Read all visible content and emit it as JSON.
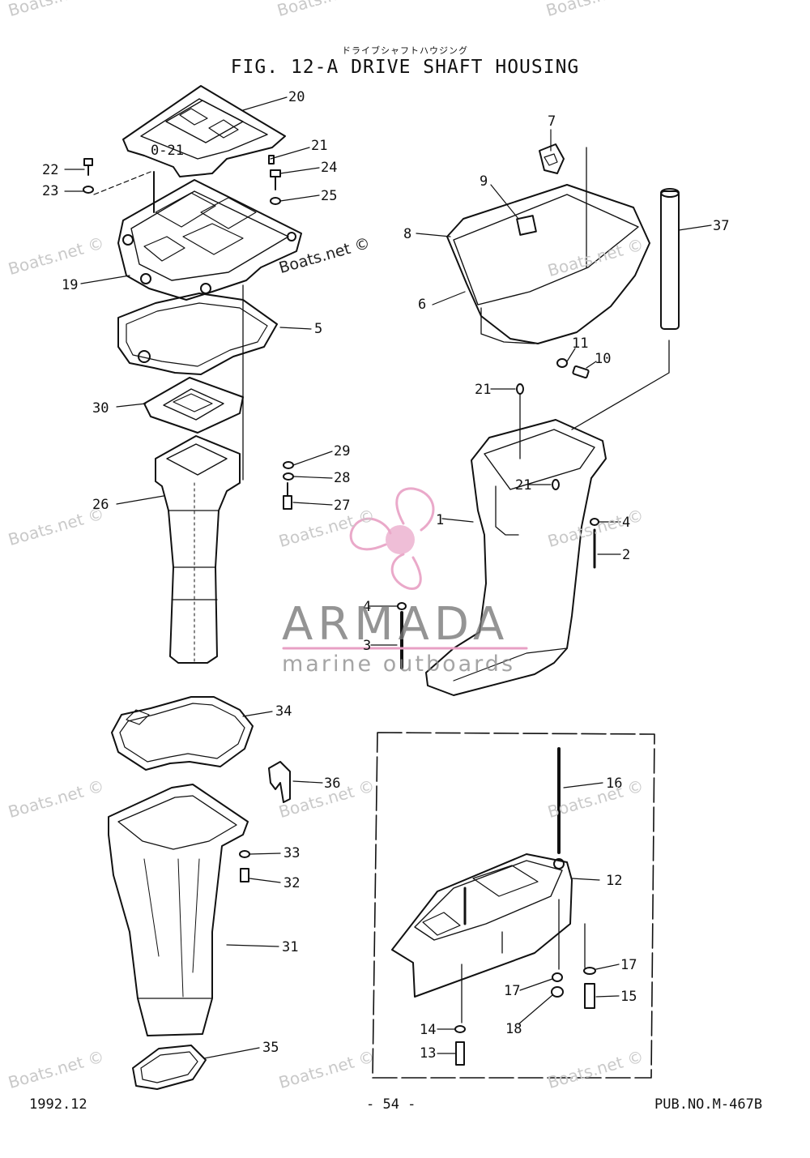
{
  "header": {
    "subtitle_jp": "ドライブシャフトハウジング",
    "title": "FIG. 12-A DRIVE SHAFT HOUSING"
  },
  "footer": {
    "date": "1992.12",
    "page": "- 54 -",
    "pub_no": "PUB.NO.M-467B"
  },
  "watermark": {
    "text": "Boats.net ©"
  },
  "brand": {
    "name": "ARMADA",
    "tagline": "marine outboards",
    "accent_color": "#e8a0c4"
  },
  "part_labels": [
    "20",
    "0-21",
    "21",
    "22",
    "23",
    "24",
    "25",
    "19",
    "5",
    "30",
    "29",
    "28",
    "27",
    "26",
    "7",
    "9",
    "8",
    "6",
    "37",
    "11",
    "10",
    "21",
    "21",
    "1",
    "4",
    "2",
    "4",
    "3",
    "34",
    "36",
    "33",
    "32",
    "31",
    "35",
    "16",
    "12",
    "17",
    "17",
    "15",
    "18",
    "14",
    "13"
  ]
}
